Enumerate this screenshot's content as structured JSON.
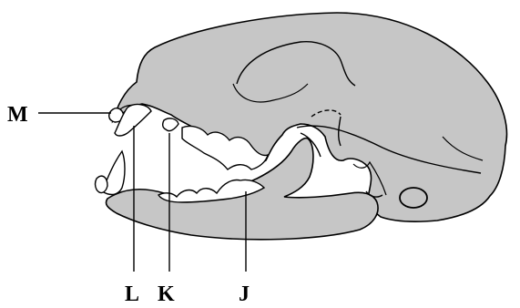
{
  "colors": {
    "bone": "#c6c6c6",
    "line": "#000000",
    "background": "#ffffff"
  },
  "labels": {
    "m": "M",
    "l": "L",
    "k": "K",
    "j": "J"
  }
}
